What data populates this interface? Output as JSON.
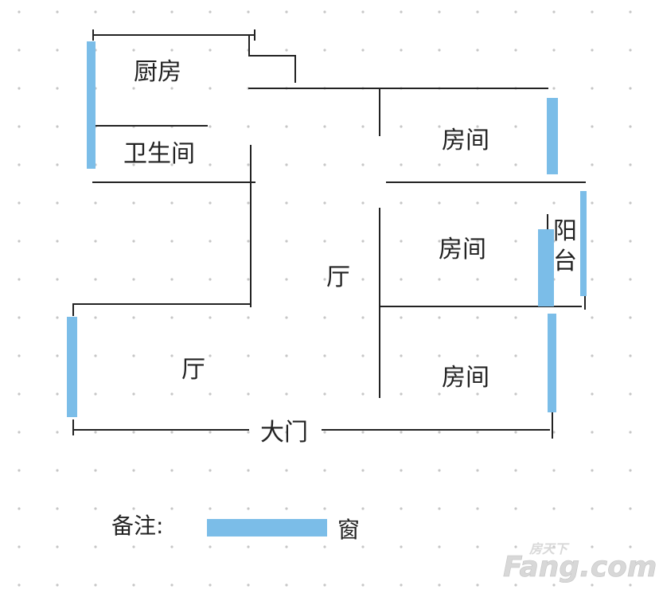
{
  "colors": {
    "wall": "#222222",
    "window": "#7bbde8",
    "grid_dot": "#c6c6c6",
    "background": "#ffffff",
    "watermark": "#d4d4d4"
  },
  "rooms": {
    "kitchen": "厨房",
    "bathroom": "卫生间",
    "bedroom_top": "房间",
    "bedroom_middle": "房间",
    "bedroom_bottom": "房间",
    "hall_center": "厅",
    "hall_bottom": "厅",
    "balcony_char_1": "阳",
    "balcony_char_2": "台"
  },
  "entrance_label": "大门",
  "legend": {
    "note_label": "备注:",
    "window_label": "窗"
  },
  "watermark": {
    "brand": "Fang.com",
    "chinese": "房天下"
  }
}
